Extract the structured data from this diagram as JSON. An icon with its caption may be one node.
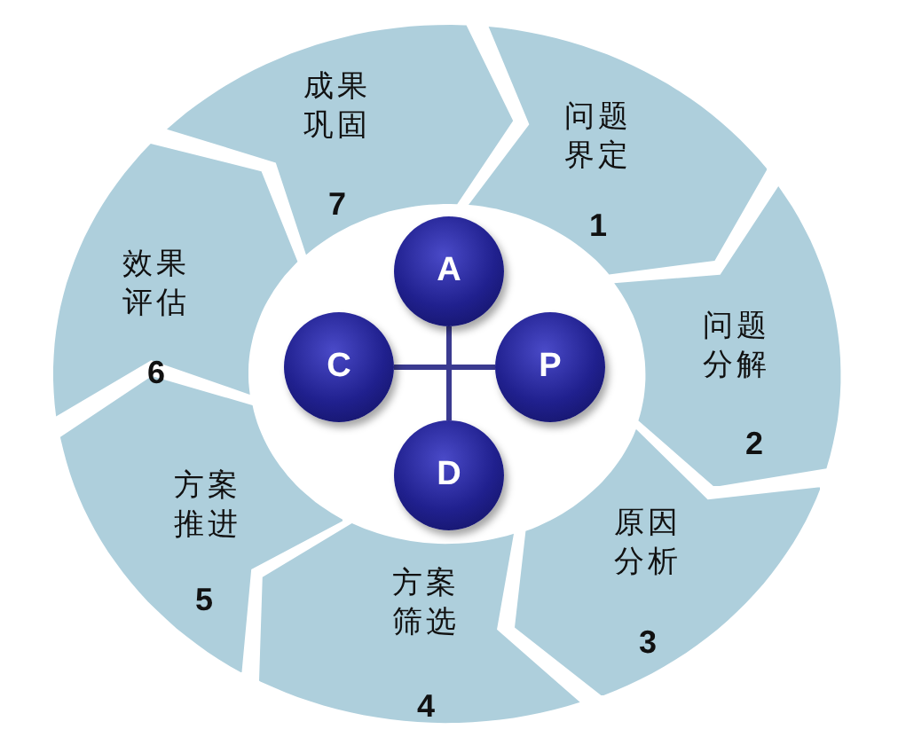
{
  "diagram": {
    "nodes": [
      {
        "text": [
          "问题界定",
          "1"
        ]
      },
      {
        "text": [
          "问题分解",
          "2"
        ]
      },
      {
        "text": [
          "原因分析",
          "3"
        ]
      },
      {
        "text": [
          "方案筛选",
          "4"
        ]
      },
      {
        "text": [
          "方案推进",
          "5"
        ]
      },
      {
        "text": [
          "效果评估",
          "6"
        ]
      },
      {
        "text": [
          "成果巩固",
          "7"
        ]
      },
      {
        "text": [
          "A"
        ]
      },
      {
        "text": [
          "C"
        ]
      },
      {
        "text": [
          "P"
        ]
      },
      {
        "text": [
          "D"
        ]
      }
    ],
    "edges": [
      {
        "from": 7,
        "to": 10,
        "arrow": "none"
      },
      {
        "from": 8,
        "to": 9,
        "arrow": "none"
      }
    ]
  }
}
